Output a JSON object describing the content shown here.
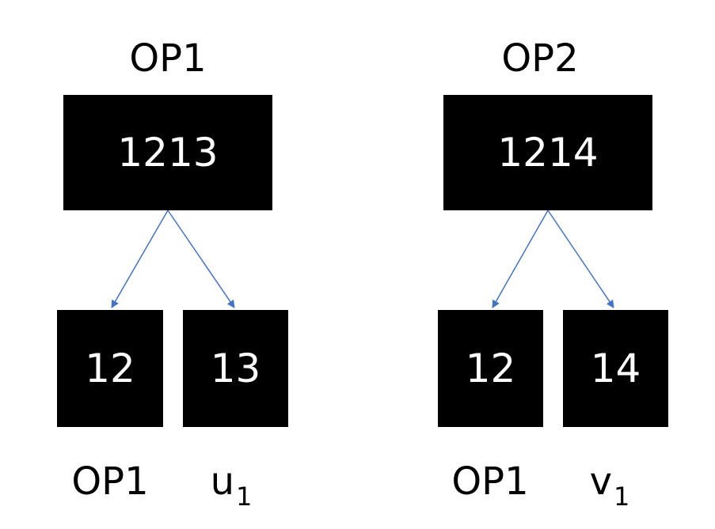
{
  "tree_left": {
    "root_caption": "OP1",
    "root_value": "1213",
    "left_child_value": "12",
    "left_child_caption": "OP1",
    "right_child_value": "13",
    "right_child_caption_base": "u",
    "right_child_caption_sub": "1"
  },
  "tree_right": {
    "root_caption": "OP2",
    "root_value": "1214",
    "left_child_value": "12",
    "left_child_caption": "OP1",
    "right_child_value": "14",
    "right_child_caption_base": "v",
    "right_child_caption_sub": "1"
  },
  "colors": {
    "box": "#000000",
    "arrow": "#4472C4",
    "text": "#000000"
  }
}
